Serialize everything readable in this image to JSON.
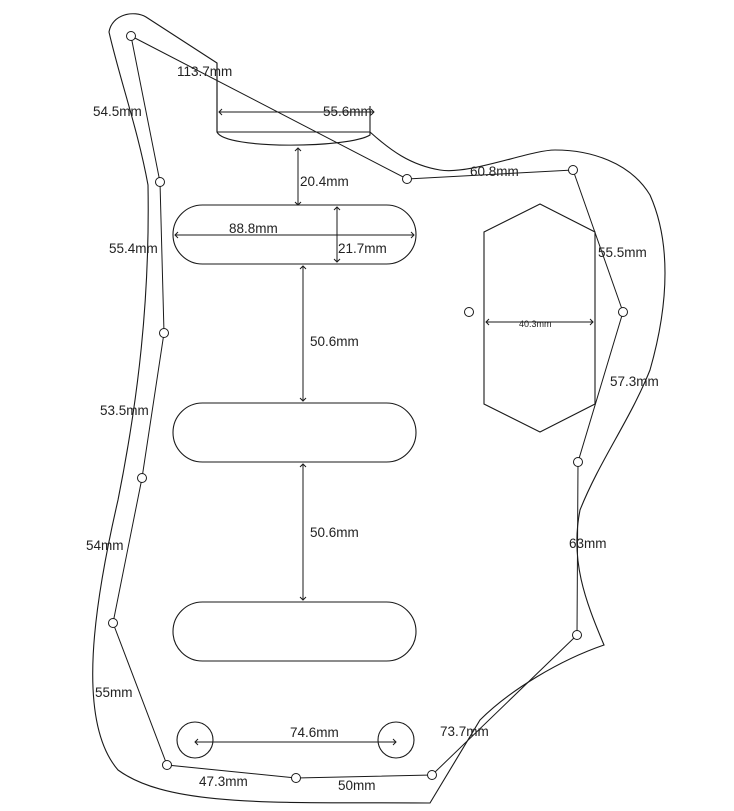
{
  "labels": {
    "perimeter_top_left": "113.7mm",
    "perimeter_left_1": "54.5mm",
    "perimeter_left_2": "55.4mm",
    "perimeter_left_3": "53.5mm",
    "perimeter_left_4": "54mm",
    "perimeter_left_5": "55mm",
    "perimeter_bottom_1": "47.3mm",
    "perimeter_bottom_2": "50mm",
    "perimeter_bottom_right": "73.7mm",
    "perimeter_right_1": "63mm",
    "perimeter_right_2": "57.3mm",
    "perimeter_right_3": "55.5mm",
    "perimeter_top_right": "60.8mm",
    "neck_pocket_width": "55.6mm",
    "neck_to_pickup_gap": "20.4mm",
    "pickup_width": "88.8mm",
    "pickup_height": "21.7mm",
    "pickup_spacing_1": "50.6mm",
    "pickup_spacing_2": "50.6mm",
    "knob_spacing": "74.6mm",
    "control_cavity_width": "40.3mm"
  }
}
